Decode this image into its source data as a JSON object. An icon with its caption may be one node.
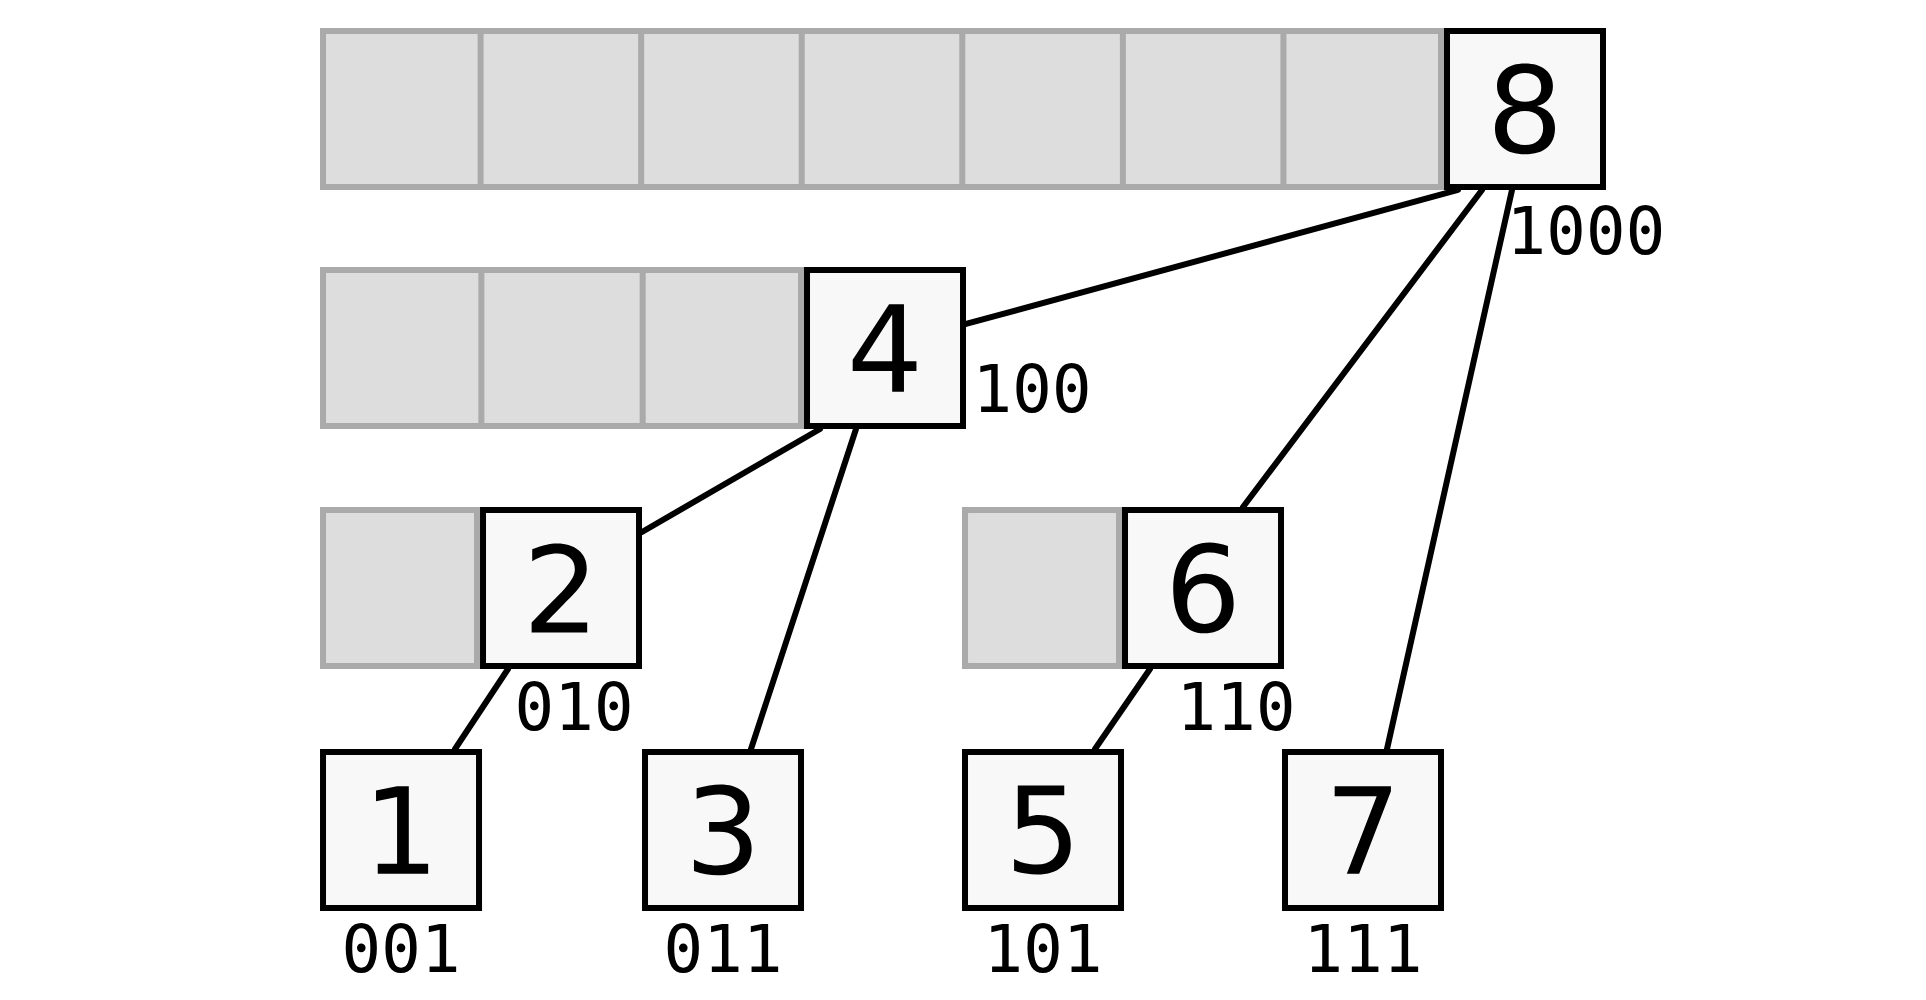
{
  "diagram": {
    "nodes": [
      {
        "text": [],
        "shape": "bar"
      },
      {
        "text": [
          "8"
        ],
        "beside": [
          "1000"
        ]
      },
      {
        "text": [],
        "shape": "bar"
      },
      {
        "text": [
          "4"
        ],
        "beside": [
          "100"
        ]
      },
      {
        "text": [],
        "shape": "bar"
      },
      {
        "text": [
          "2"
        ],
        "beside": [
          "010"
        ]
      },
      {
        "text": [],
        "shape": "bar"
      },
      {
        "text": [
          "6"
        ],
        "beside": [
          "110"
        ]
      },
      {
        "text": [
          "1"
        ],
        "beside": [
          "001"
        ]
      },
      {
        "text": [
          "3"
        ],
        "beside": [
          "011"
        ]
      },
      {
        "text": [
          "5"
        ],
        "beside": [
          "101"
        ]
      },
      {
        "text": [
          "7"
        ],
        "beside": [
          "111"
        ]
      }
    ],
    "edges": [
      {
        "from": 1,
        "to": 3,
        "arrow": "none"
      },
      {
        "from": 1,
        "to": 7,
        "arrow": "none"
      },
      {
        "from": 1,
        "to": 11,
        "arrow": "none"
      },
      {
        "from": 3,
        "to": 5,
        "arrow": "none"
      },
      {
        "from": 3,
        "to": 9,
        "arrow": "none"
      },
      {
        "from": 5,
        "to": 8,
        "arrow": "none"
      },
      {
        "from": 7,
        "to": 10,
        "arrow": "none"
      }
    ]
  }
}
